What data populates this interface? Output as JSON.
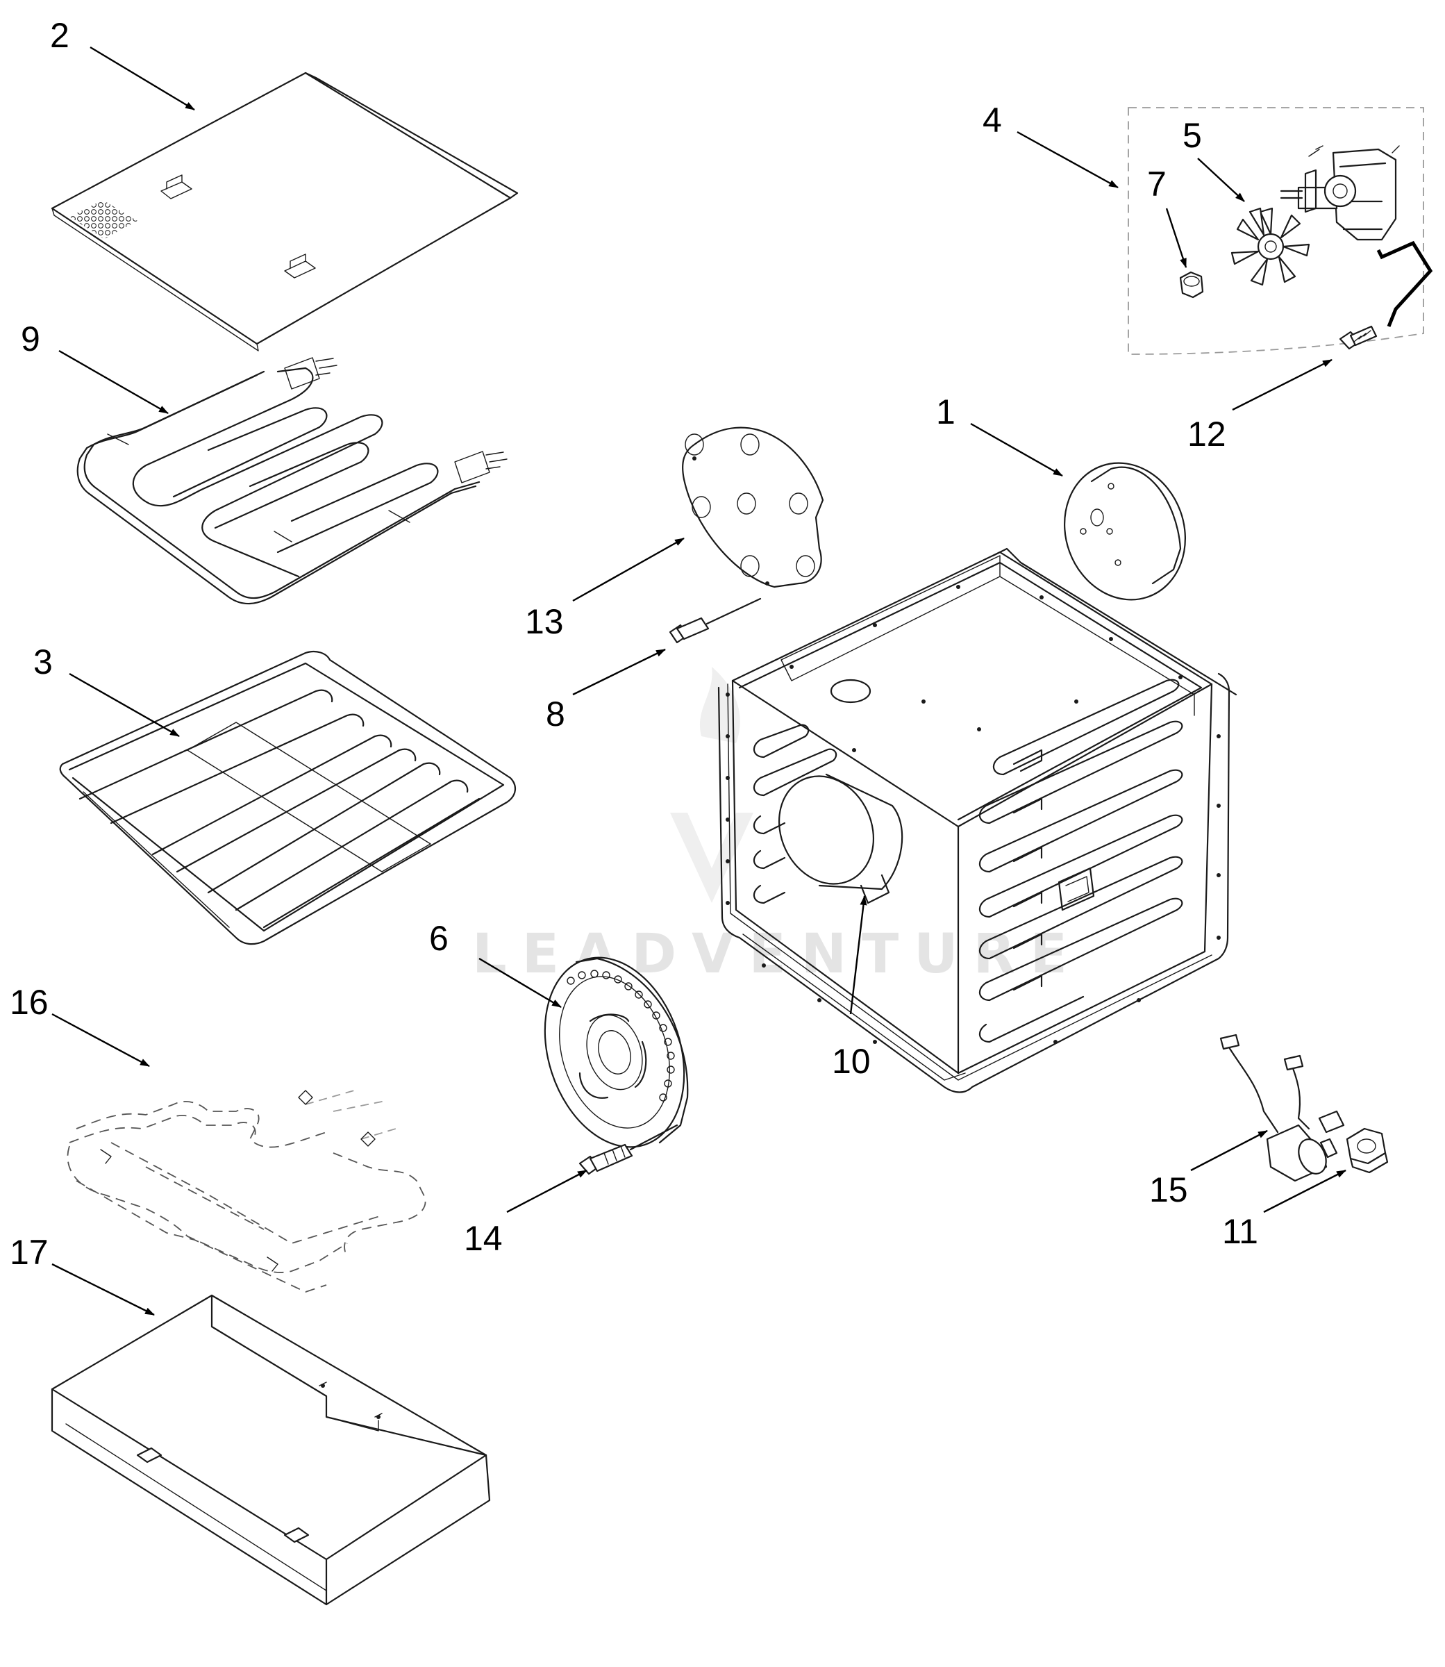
{
  "diagram": {
    "kind": "exploded parts diagram",
    "watermark": "LEADVENTURE",
    "callouts": [
      {
        "id": "c1",
        "label": "1"
      },
      {
        "id": "c2",
        "label": "2"
      },
      {
        "id": "c3",
        "label": "3"
      },
      {
        "id": "c4",
        "label": "4"
      },
      {
        "id": "c5",
        "label": "5"
      },
      {
        "id": "c6",
        "label": "6"
      },
      {
        "id": "c7",
        "label": "7"
      },
      {
        "id": "c8",
        "label": "8"
      },
      {
        "id": "c9",
        "label": "9"
      },
      {
        "id": "c10",
        "label": "10"
      },
      {
        "id": "c11",
        "label": "11"
      },
      {
        "id": "c12",
        "label": "12"
      },
      {
        "id": "c13",
        "label": "13"
      },
      {
        "id": "c14",
        "label": "14"
      },
      {
        "id": "c15",
        "label": "15"
      },
      {
        "id": "c16",
        "label": "16"
      },
      {
        "id": "c17",
        "label": "17"
      }
    ]
  }
}
